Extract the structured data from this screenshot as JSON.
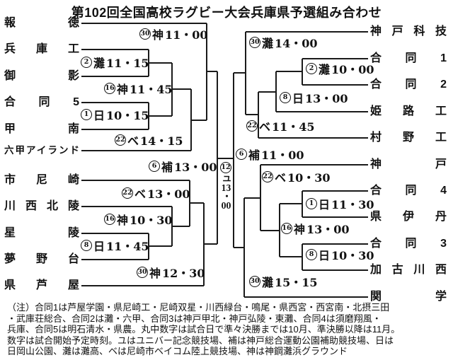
{
  "title": "第102回全国高校ラグビー大会兵庫県予選組み合わせ",
  "teams_left": [
    "報徳",
    "兵庫工",
    "御影",
    "合同5",
    "甲南",
    "六甲アイランド",
    "市尼崎",
    "川西北陵",
    "星陵",
    "夢野台",
    "県芦屋"
  ],
  "teams_right": [
    "神戸科技",
    "合同1",
    "合同2",
    "姫路工",
    "村野工",
    "神戸",
    "合同4",
    "県伊丹",
    "合同3",
    "加古川西",
    "関学"
  ],
  "labels_left": [
    {
      "day": "30",
      "venue": "神",
      "time": "11・00"
    },
    {
      "day": "2",
      "venue": "灘",
      "time": "11・15"
    },
    {
      "day": "16",
      "venue": "神",
      "time": "11・45"
    },
    {
      "day": "1",
      "venue": "日",
      "time": "10・15"
    },
    {
      "day": "22",
      "venue": "ベ",
      "time": "14・15"
    },
    {
      "day": "6",
      "venue": "補",
      "time": "13・00"
    },
    {
      "day": "22",
      "venue": "ベ",
      "time": "13・00"
    },
    {
      "day": "16",
      "venue": "神",
      "time": "10・30"
    },
    {
      "day": "8",
      "venue": "日",
      "time": "11・45"
    },
    {
      "day": "30",
      "venue": "神",
      "time": "12・30"
    }
  ],
  "labels_right": [
    {
      "day": "30",
      "venue": "灘",
      "time": "14・00"
    },
    {
      "day": "2",
      "venue": "灘",
      "time": "10・00"
    },
    {
      "day": "8",
      "venue": "日",
      "time": "13・00"
    },
    {
      "day": "22",
      "venue": "ベ",
      "time": "11・45"
    },
    {
      "day": "6",
      "venue": "補",
      "time": "11・00"
    },
    {
      "day": "22",
      "venue": "ベ",
      "time": "10・30"
    },
    {
      "day": "1",
      "venue": "日",
      "time": "11・30"
    },
    {
      "day": "16",
      "venue": "神",
      "time": "13・00"
    },
    {
      "day": "8",
      "venue": "日",
      "time": "10・30"
    },
    {
      "day": "30",
      "venue": "灘",
      "time": "15・15"
    }
  ],
  "final_label": {
    "day": "12",
    "venue": "ユ",
    "time_a": "13",
    "time_sep": "・",
    "time_b": "00"
  },
  "notes": {
    "line1": "（注）合同1は芦屋学園・県尼崎工・尼崎双星・川西緑台・鳴尾・県西宮・西宮南・北摂三田",
    "line2": "・武庫荘総合、合同2は灘・六甲、合同3は神戸甲北・神戸弘陵・東灘、合同4は須磨翔風・",
    "line3": "兵庫、合同5は明石清水・県農。丸中数字は試合日で準々決勝までは10月、準決勝以降は11月。",
    "line4": "数字は試合開始予定時刻。ユはユニバー記念競技場、補は神戸総合運動公園補助競技場、日は",
    "line5": "日岡山公園、灘は灘高、ベは尼崎市ベイコム陸上競技場、神は神鋼灘浜グラウンド"
  },
  "colors": {
    "line": "#1a1a1a",
    "text": "#111111",
    "background": "#ffffff"
  }
}
